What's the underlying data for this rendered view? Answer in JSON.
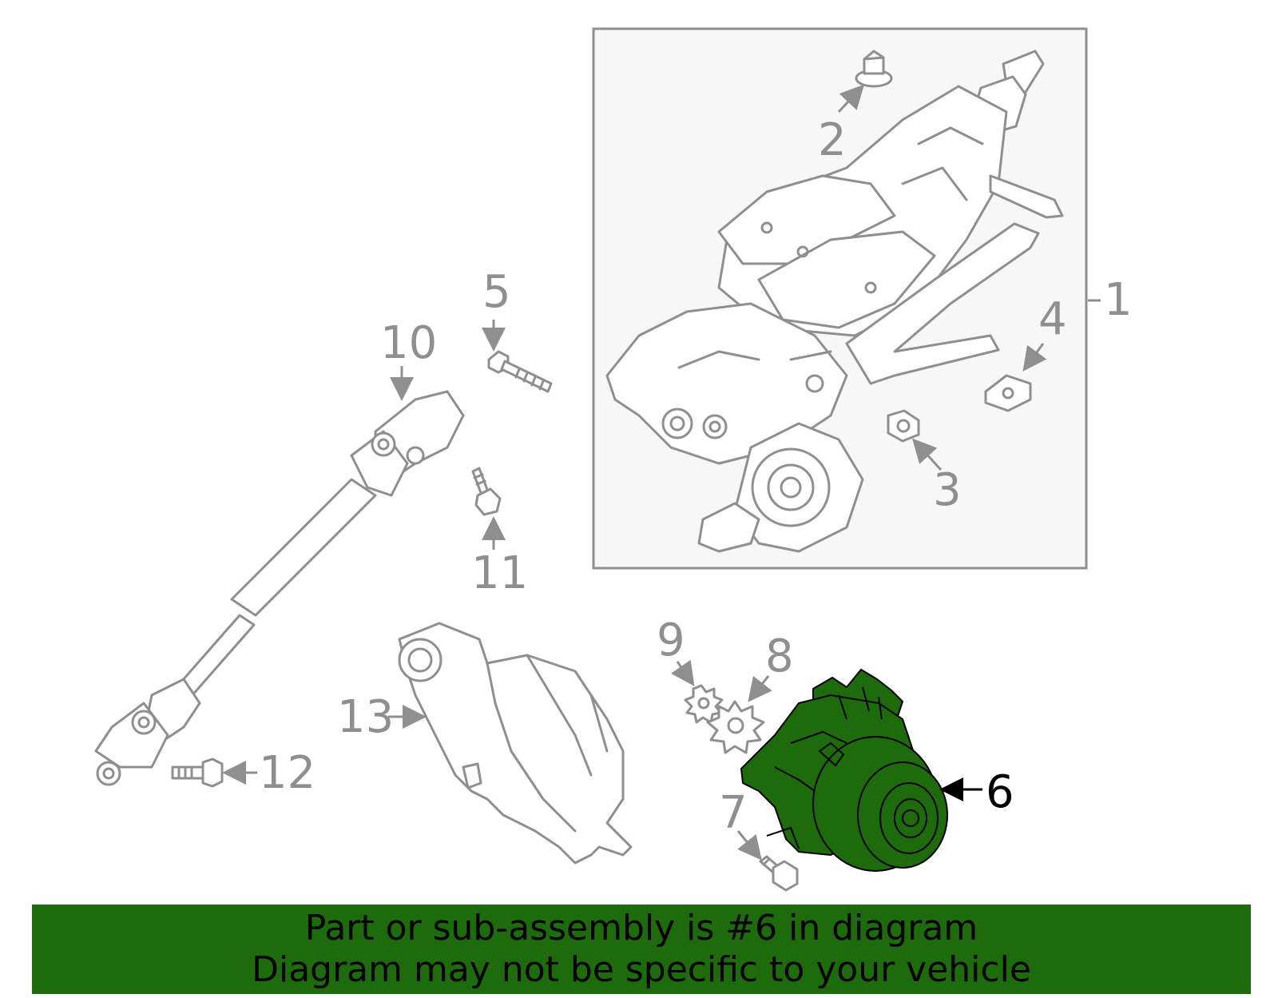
{
  "diagram": {
    "highlighted_part": "6",
    "colors": {
      "highlight": "#1d6b0c",
      "line": "#8f8f8f",
      "active_label": "#000000",
      "banner_bg": "#1d6b0c"
    },
    "callouts": {
      "c1": "1",
      "c2": "2",
      "c3": "3",
      "c4": "4",
      "c5": "5",
      "c6": "6",
      "c7": "7",
      "c8": "8",
      "c9": "9",
      "c10": "10",
      "c11": "11",
      "c12": "12",
      "c13": "13"
    }
  },
  "banner": {
    "line1": "Part or sub-assembly is #6 in diagram",
    "line2": "Diagram may not be specific to your vehicle"
  }
}
